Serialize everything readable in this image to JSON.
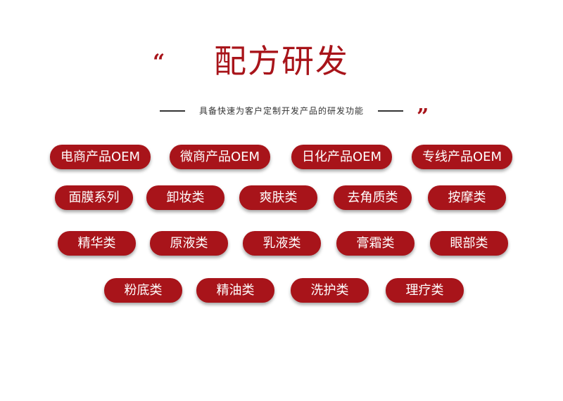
{
  "header": {
    "open_quote": "“",
    "title": "配方研发",
    "subtitle": "具备快速为客户定制开发产品的研发功能",
    "close_quote": "”"
  },
  "rows": [
    [
      "电商产品OEM",
      "微商产品OEM",
      "日化产品OEM",
      "专线产品OEM"
    ],
    [
      "面膜系列",
      "卸妆类",
      "爽肤类",
      "去角质类",
      "按摩类"
    ],
    [
      "精华类",
      "原液类",
      "乳液类",
      "膏霜类",
      "眼部类"
    ],
    [
      "粉底类",
      "精油类",
      "洗护类",
      "理疗类"
    ]
  ],
  "colors": {
    "accent": "#a8141a",
    "text": "#333333",
    "background": "#ffffff"
  }
}
